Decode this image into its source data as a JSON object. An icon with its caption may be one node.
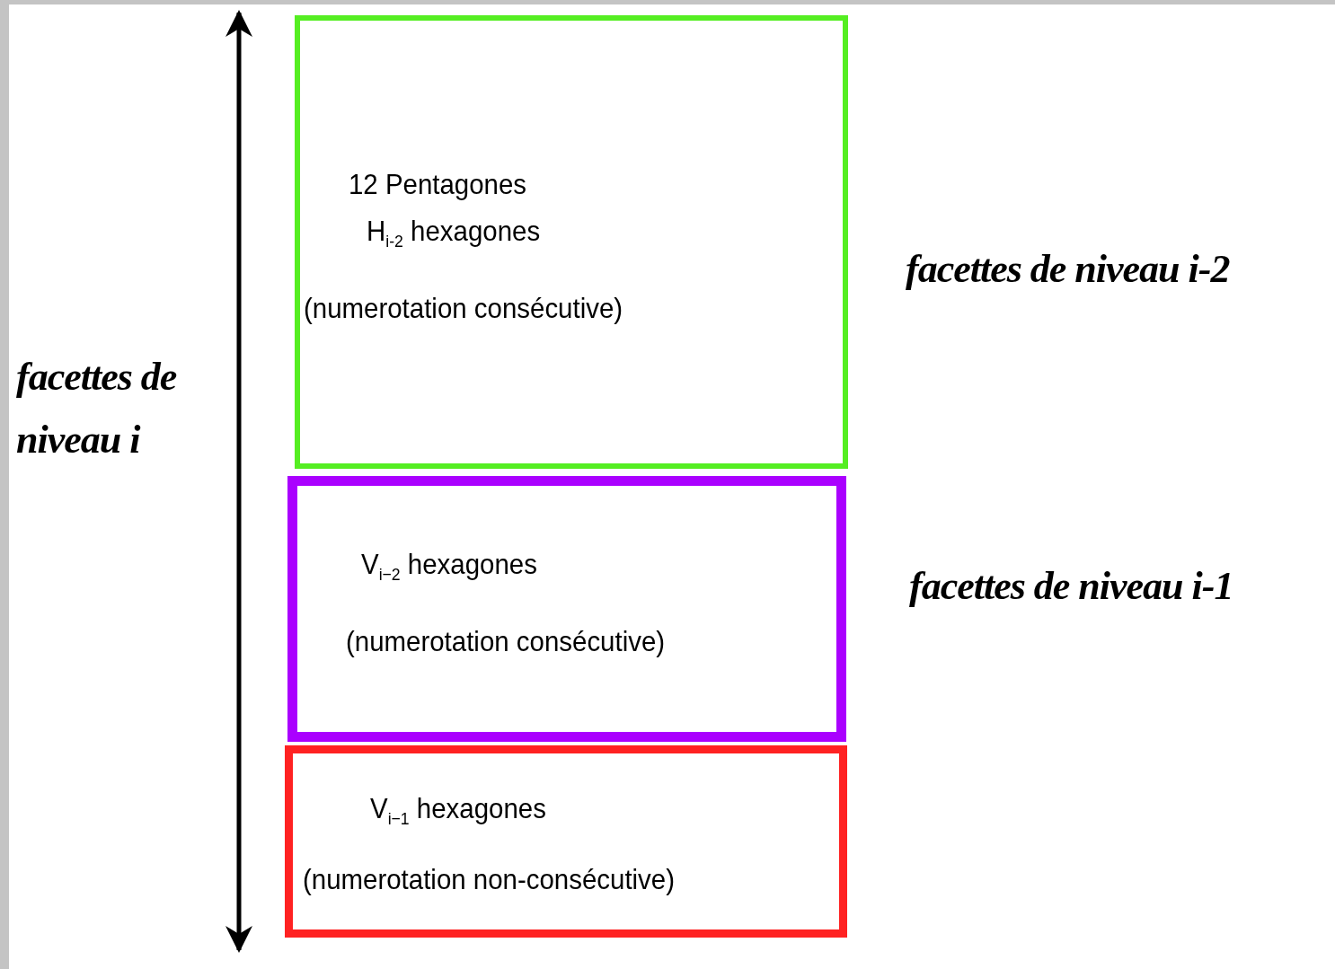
{
  "diagram": {
    "nodes": [
      {
        "text": [
          "12 Pentagones",
          "H$_{i-2}$ hexagones",
          "(numerotation consécutive)"
        ]
      },
      {
        "text": [
          "V$_{i−2}$ hexagones",
          "(numerotation consécutive)"
        ]
      },
      {
        "text": [
          "V$_{i−1}$ hexagones",
          "(numerotation non-consécutive)"
        ]
      }
    ],
    "labels": [
      "facettes de niveau i",
      "facettes de niveau i-2",
      "facettes de niveau i-1"
    ]
  }
}
